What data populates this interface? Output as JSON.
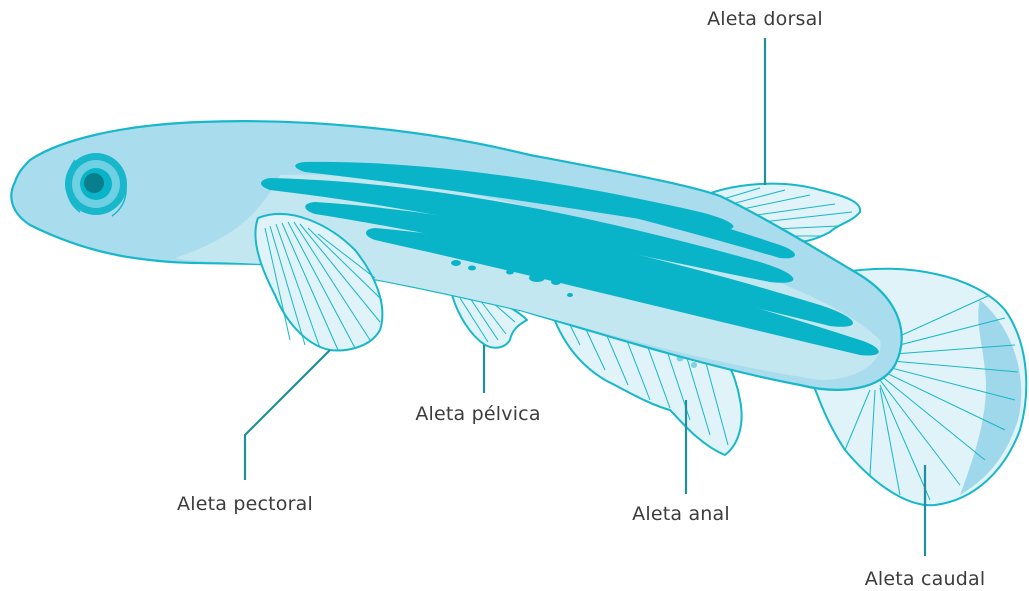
{
  "diagram": {
    "labels": {
      "dorsal": "Aleta dorsal",
      "pelvic": "Aleta pélvica",
      "pectoral": "Aleta pectoral",
      "anal": "Aleta anal",
      "caudal": "Aleta caudal"
    }
  },
  "colors": {
    "outline": "#18b7c9",
    "body": "#a9dcec",
    "stripes": "#0ab4c8",
    "fins": "#dff3f8",
    "leader_lines": "#1f8f9a",
    "label_text": "#3c3c3c"
  }
}
